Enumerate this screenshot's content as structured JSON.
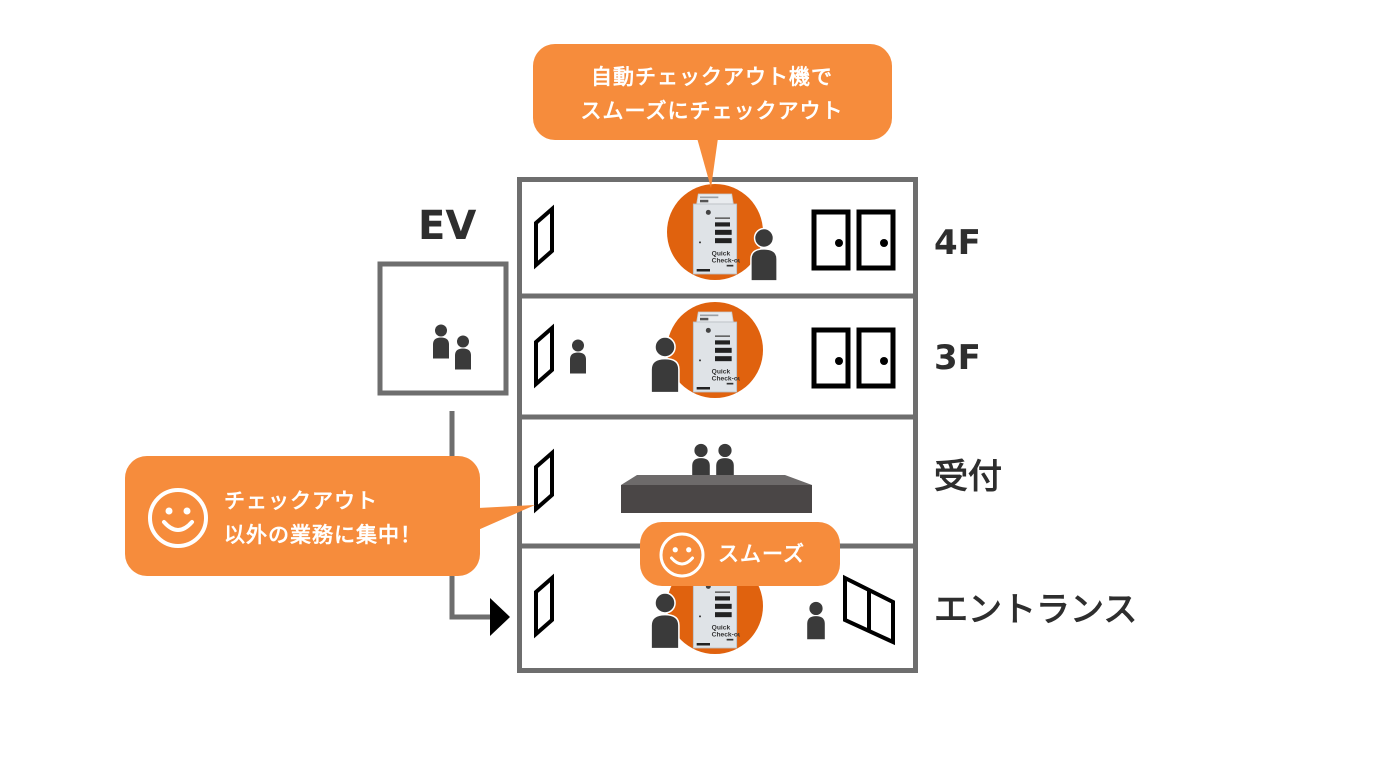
{
  "diagram": {
    "title": "自動チェックアウト機 導入イメージ",
    "colors": {
      "bubble_orange": "#f68c3c",
      "machine_circle_orange": "#e0620e",
      "wall_gray": "#6e6e6e",
      "person_dark": "#3a3a3a",
      "counter_dark": "#4a4646",
      "label_text": "#2e2e2e",
      "bubble_text": "#ffffff"
    },
    "elevator": {
      "label": "EV",
      "occupants": 2
    },
    "floors": [
      {
        "id": "4f",
        "label": "4F",
        "has_checkout_machine": true,
        "doors": "guest-room-doors"
      },
      {
        "id": "3f",
        "label": "3F",
        "has_checkout_machine": true,
        "doors": "guest-room-doors"
      },
      {
        "id": "reception",
        "label": "受付",
        "has_checkout_machine": false,
        "staff_count": 2
      },
      {
        "id": "entrance",
        "label": "エントランス",
        "has_checkout_machine": true,
        "doors": "entrance-door"
      }
    ],
    "callouts": {
      "top": {
        "line1": "自動チェックアウト機で",
        "line2": "スムーズにチェックアウト"
      },
      "left": {
        "icon": "smiley-icon",
        "line1": "チェックアウト",
        "line2": "以外の業務に集中！"
      },
      "entrance": {
        "icon": "smiley-icon",
        "text": "スムーズ"
      }
    },
    "machine": {
      "brand_text_line1": "Quick",
      "brand_text_line2": "Check-out"
    }
  }
}
